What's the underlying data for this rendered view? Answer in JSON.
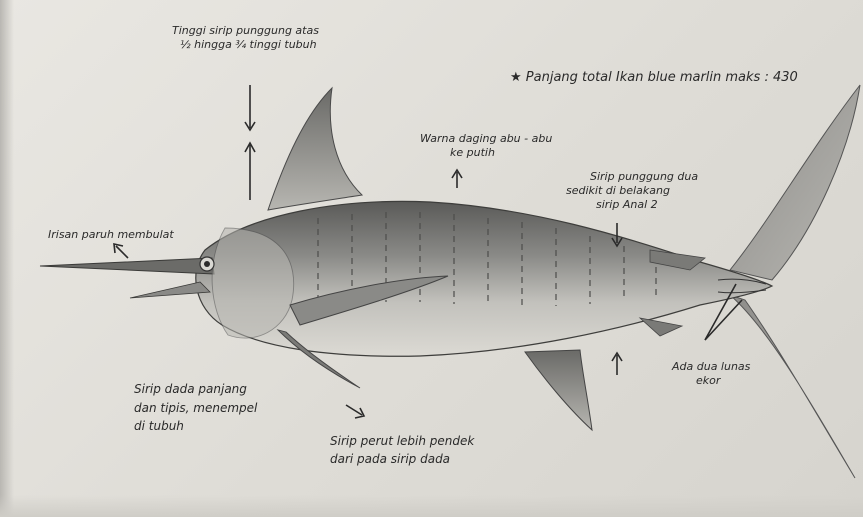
{
  "annotations": {
    "dorsal_height": {
      "line1": "Tinggi sirip punggung atas",
      "line2": "½ hingga ¾ tinggi tubuh"
    },
    "total_length": "★ Panjang total Ikan blue marlin maks : 430",
    "flesh_color": {
      "line1": "Warna daging abu - abu",
      "line2": "ke putih"
    },
    "second_dorsal": {
      "line1": "Sirip punggung dua",
      "line2": "sedikit di belakang",
      "line3": "sirip Anal 2"
    },
    "bill": "Irisan paruh membulat",
    "pectoral": {
      "line1": "Sirip dada panjang",
      "line2": "dan tipis, menempel",
      "line3": "di tubuh"
    },
    "pelvic": {
      "line1": "Sirip perut lebih pendek",
      "line2": "dari pada sirip dada"
    },
    "keels": {
      "line1": "Ada dua lunas",
      "line2": "ekor"
    }
  },
  "colors": {
    "paper": "#e4e2dc",
    "ink": "#2a2a2a",
    "pencil_dark": "#4a4a4a",
    "pencil_mid": "#8a8a88",
    "pencil_light": "#bdbcb8"
  }
}
